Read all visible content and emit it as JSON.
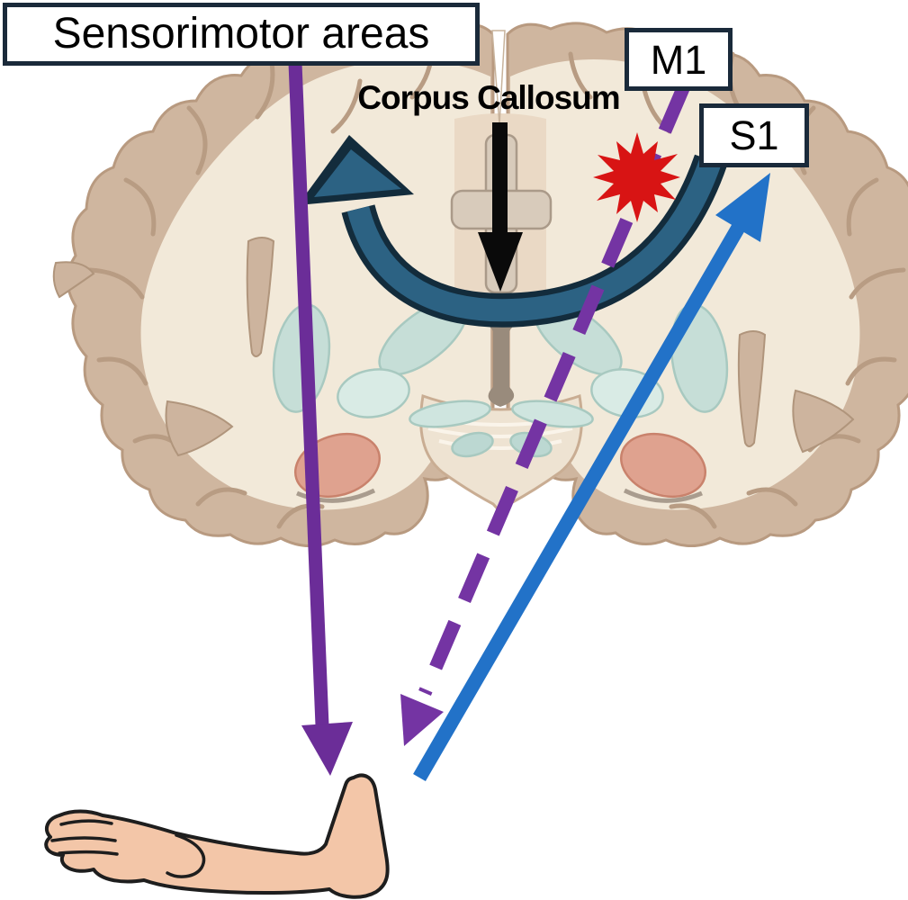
{
  "figure": {
    "description": "Coronal brain section diagram with sensorimotor pathways, corpus callosum arrow, M1/S1 labels, lesion starburst and arm illustration",
    "labels": {
      "sensorimotor": "Sensorimotor areas",
      "corpus_callosum": "Corpus Callosum",
      "m1": "M1",
      "s1": "S1"
    },
    "colors": {
      "label_border": "#1a2a3a",
      "label_background": "#ffffff",
      "label_text": "#000000",
      "motor_purple": "#6b2d98",
      "dashed_purple": "#7434a3",
      "sensory_blue": "#2272c8",
      "transcallosal_teal": "#2c6283",
      "transcallosal_outline": "#132c3c",
      "corpus_arrow_black": "#0a0a0a",
      "lesion_red": "#d81414",
      "skin": "#f3c6a8",
      "skin_outline": "#1e1e1e",
      "cortex_beige": "#cfb69f",
      "brain_inner_cream": "#f2e9d9",
      "basal_ganglia_teal": "#c6ded7",
      "nuclei_pink": "#dfa28f"
    }
  }
}
